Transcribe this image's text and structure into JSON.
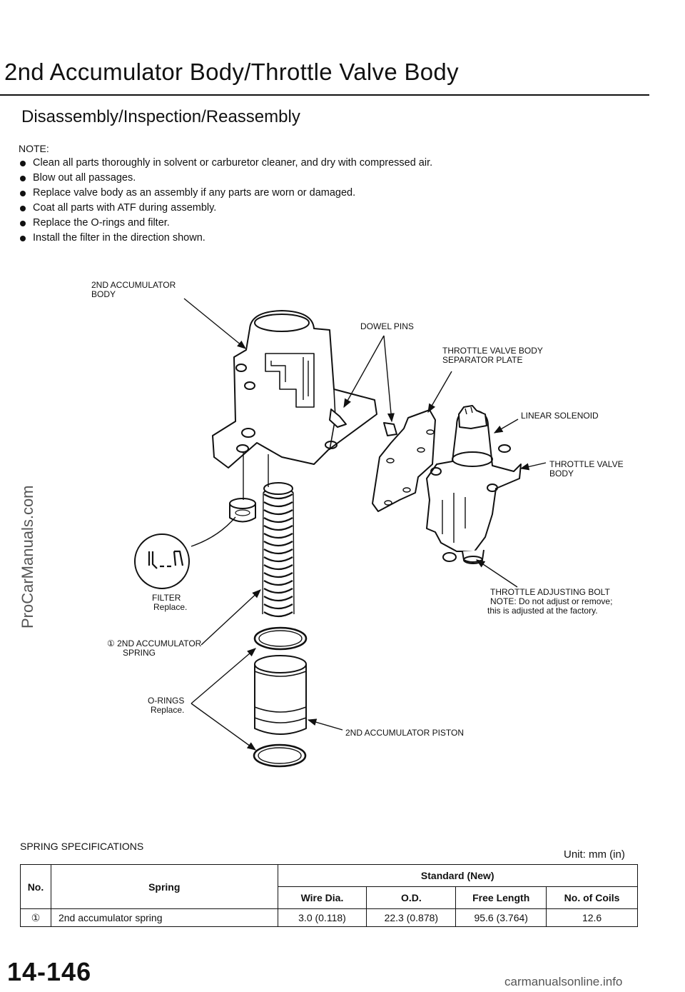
{
  "page": {
    "title": "2nd Accumulator Body/Throttle Valve Body",
    "subtitle": "Disassembly/Inspection/Reassembly",
    "note_heading": "NOTE:",
    "notes": [
      "Clean all parts thoroughly in solvent or carburetor cleaner, and dry with compressed air.",
      "Blow out all passages.",
      "Replace valve body as an assembly if any parts are worn or damaged.",
      "Coat all parts with ATF during assembly.",
      "Replace the O-rings and filter.",
      "Install the filter in the direction shown."
    ],
    "side_watermark": "ProCarManuals.com",
    "page_number": "14-146",
    "footer": "carmanualsonline.info"
  },
  "diagram": {
    "labels": {
      "accumulator_body_1": "2ND ACCUMULATOR",
      "accumulator_body_2": "BODY",
      "dowel_pins": "DOWEL PINS",
      "separator_1": "THROTTLE VALVE BODY",
      "separator_2": "SEPARATOR PLATE",
      "linear_solenoid": "LINEAR SOLENOID",
      "throttle_valve_1": "THROTTLE VALVE",
      "throttle_valve_2": "BODY",
      "filter_1": "FILTER",
      "filter_2": "Replace.",
      "adjusting_1": "THROTTLE ADJUSTING BOLT",
      "adjusting_2": "NOTE:  Do not adjust or remove;",
      "adjusting_3": "this is adjusted at the factory.",
      "spring_num": "①",
      "spring_1": "2ND ACCUMULATOR",
      "spring_2": "SPRING",
      "orings_1": "O-RINGS",
      "orings_2": "Replace.",
      "piston": "2ND ACCUMULATOR PISTON"
    }
  },
  "specs": {
    "title": "SPRING SPECIFICATIONS",
    "unit": "Unit: mm (in)",
    "headers": {
      "no": "No.",
      "spring": "Spring",
      "standard": "Standard (New)",
      "wire_dia": "Wire Dia.",
      "od": "O.D.",
      "free_length": "Free Length",
      "coils": "No. of Coils"
    },
    "rows": [
      {
        "no": "①",
        "spring": "2nd accumulator spring",
        "wire_dia": "3.0 (0.118)",
        "od": "22.3 (0.878)",
        "free_length": "95.6 (3.764)",
        "coils": "12.6"
      }
    ]
  }
}
